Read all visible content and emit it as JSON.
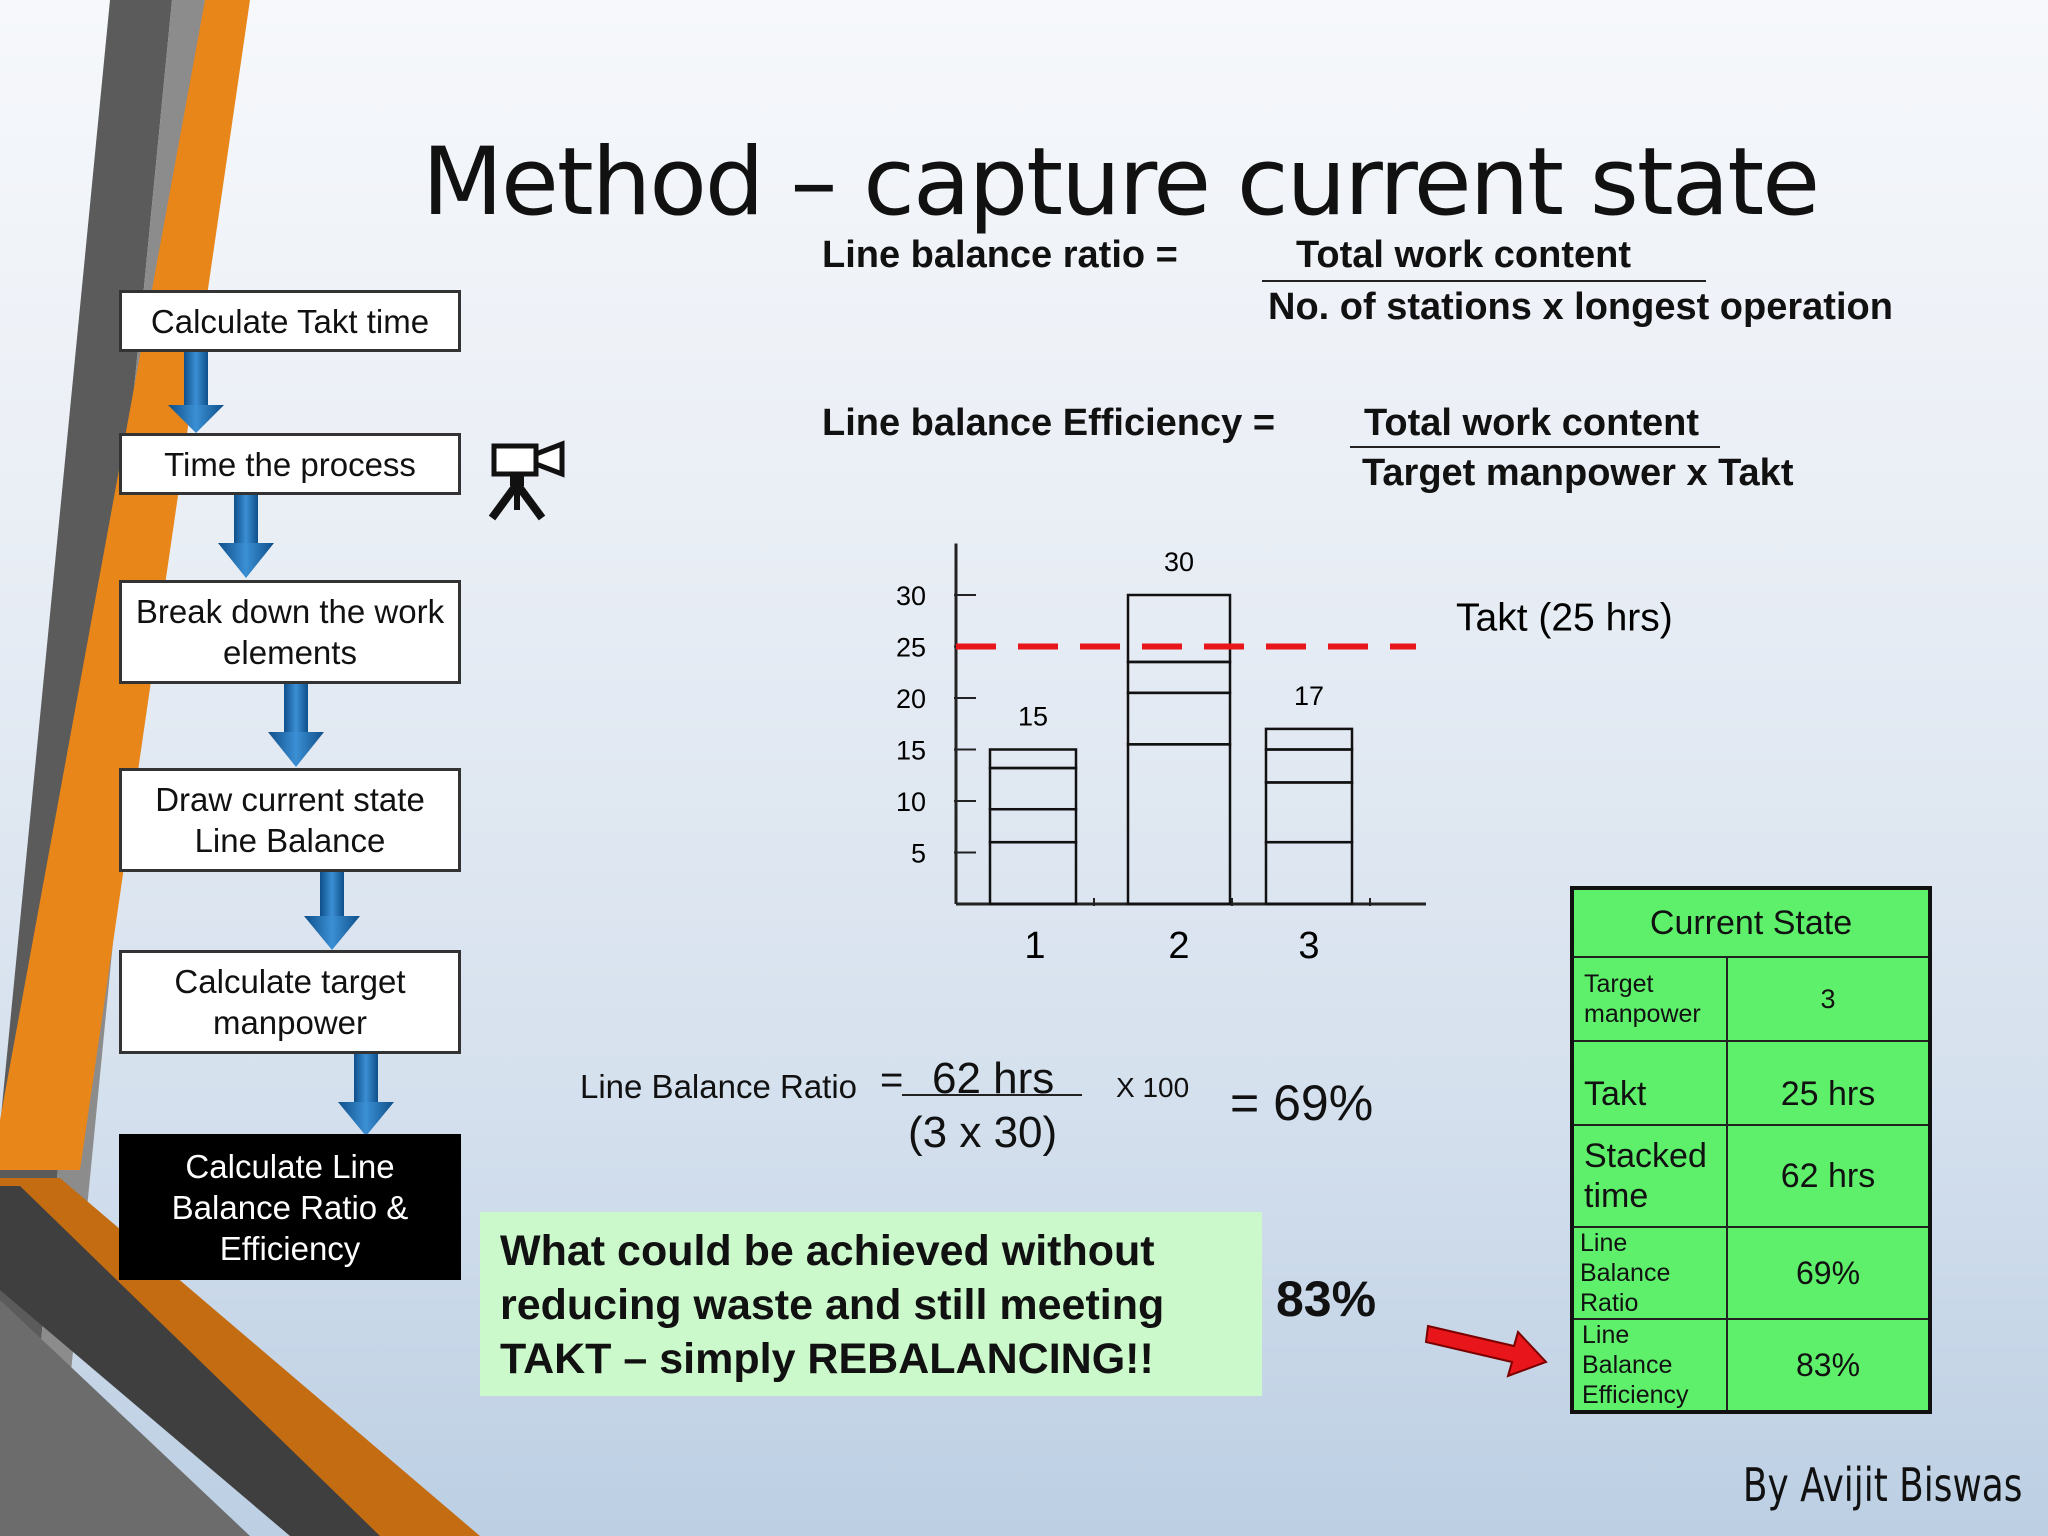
{
  "title": "Method – capture current state",
  "flowchart": {
    "steps": [
      "Calculate Takt time",
      "Time the process",
      "Break down the work elements",
      "Draw current state Line Balance",
      "Calculate target manpower",
      "Calculate Line Balance Ratio & Efficiency"
    ]
  },
  "icons": {
    "camera": "video-camera-icon",
    "arrow": "red-arrow-icon"
  },
  "formulas": {
    "lbr_label": "Line balance ratio =",
    "lbr_numerator": "Total work content",
    "lbr_denominator": "No. of stations x longest operation",
    "lbe_label": "Line balance Efficiency =",
    "lbe_numerator": "Total work content",
    "lbe_denominator": "Target manpower x Takt"
  },
  "chart_data": {
    "type": "bar",
    "stacked": true,
    "categories": [
      "1",
      "2",
      "3"
    ],
    "values": [
      15,
      30,
      17
    ],
    "data_labels": [
      "15",
      "30",
      "17"
    ],
    "segments": [
      [
        6,
        9.2,
        13.2,
        15
      ],
      [
        15.5,
        20.5,
        23.5,
        30
      ],
      [
        6,
        11.8,
        15,
        17
      ]
    ],
    "yticks": [
      "5",
      "10",
      "15",
      "20",
      "25",
      "30"
    ],
    "ylim": [
      0,
      35
    ],
    "takt_value": 25,
    "takt_label": "Takt (25 hrs)",
    "takt_color": "#e8151b",
    "grid": false
  },
  "calculation": {
    "label": "Line Balance Ratio",
    "eq": "=",
    "numerator": "62 hrs",
    "denominator": "(3 x 30)",
    "multiplier": "X 100",
    "result": "= 69%"
  },
  "callout": {
    "text": "What could be achieved without reducing waste and still meeting TAKT – simply REBALANCING!!",
    "color": "#ccf9cc"
  },
  "efficiency_result": "83%",
  "current_state": {
    "header": "Current State",
    "rows": [
      {
        "label": "Target manpower",
        "value": "3"
      },
      {
        "label": "Takt",
        "value": "25 hrs"
      },
      {
        "label": "Stacked time",
        "value": "62 hrs"
      },
      {
        "label": "Line Balance Ratio",
        "value": "69%"
      },
      {
        "label": "Line Balance Efficiency",
        "value": "83%"
      }
    ],
    "color": "#5ef06a"
  },
  "author": "By Avijit Biswas",
  "colors": {
    "orange": "#e8861a",
    "gray": "#5b5b5b",
    "arrow_blue": "#1f6fb0"
  }
}
